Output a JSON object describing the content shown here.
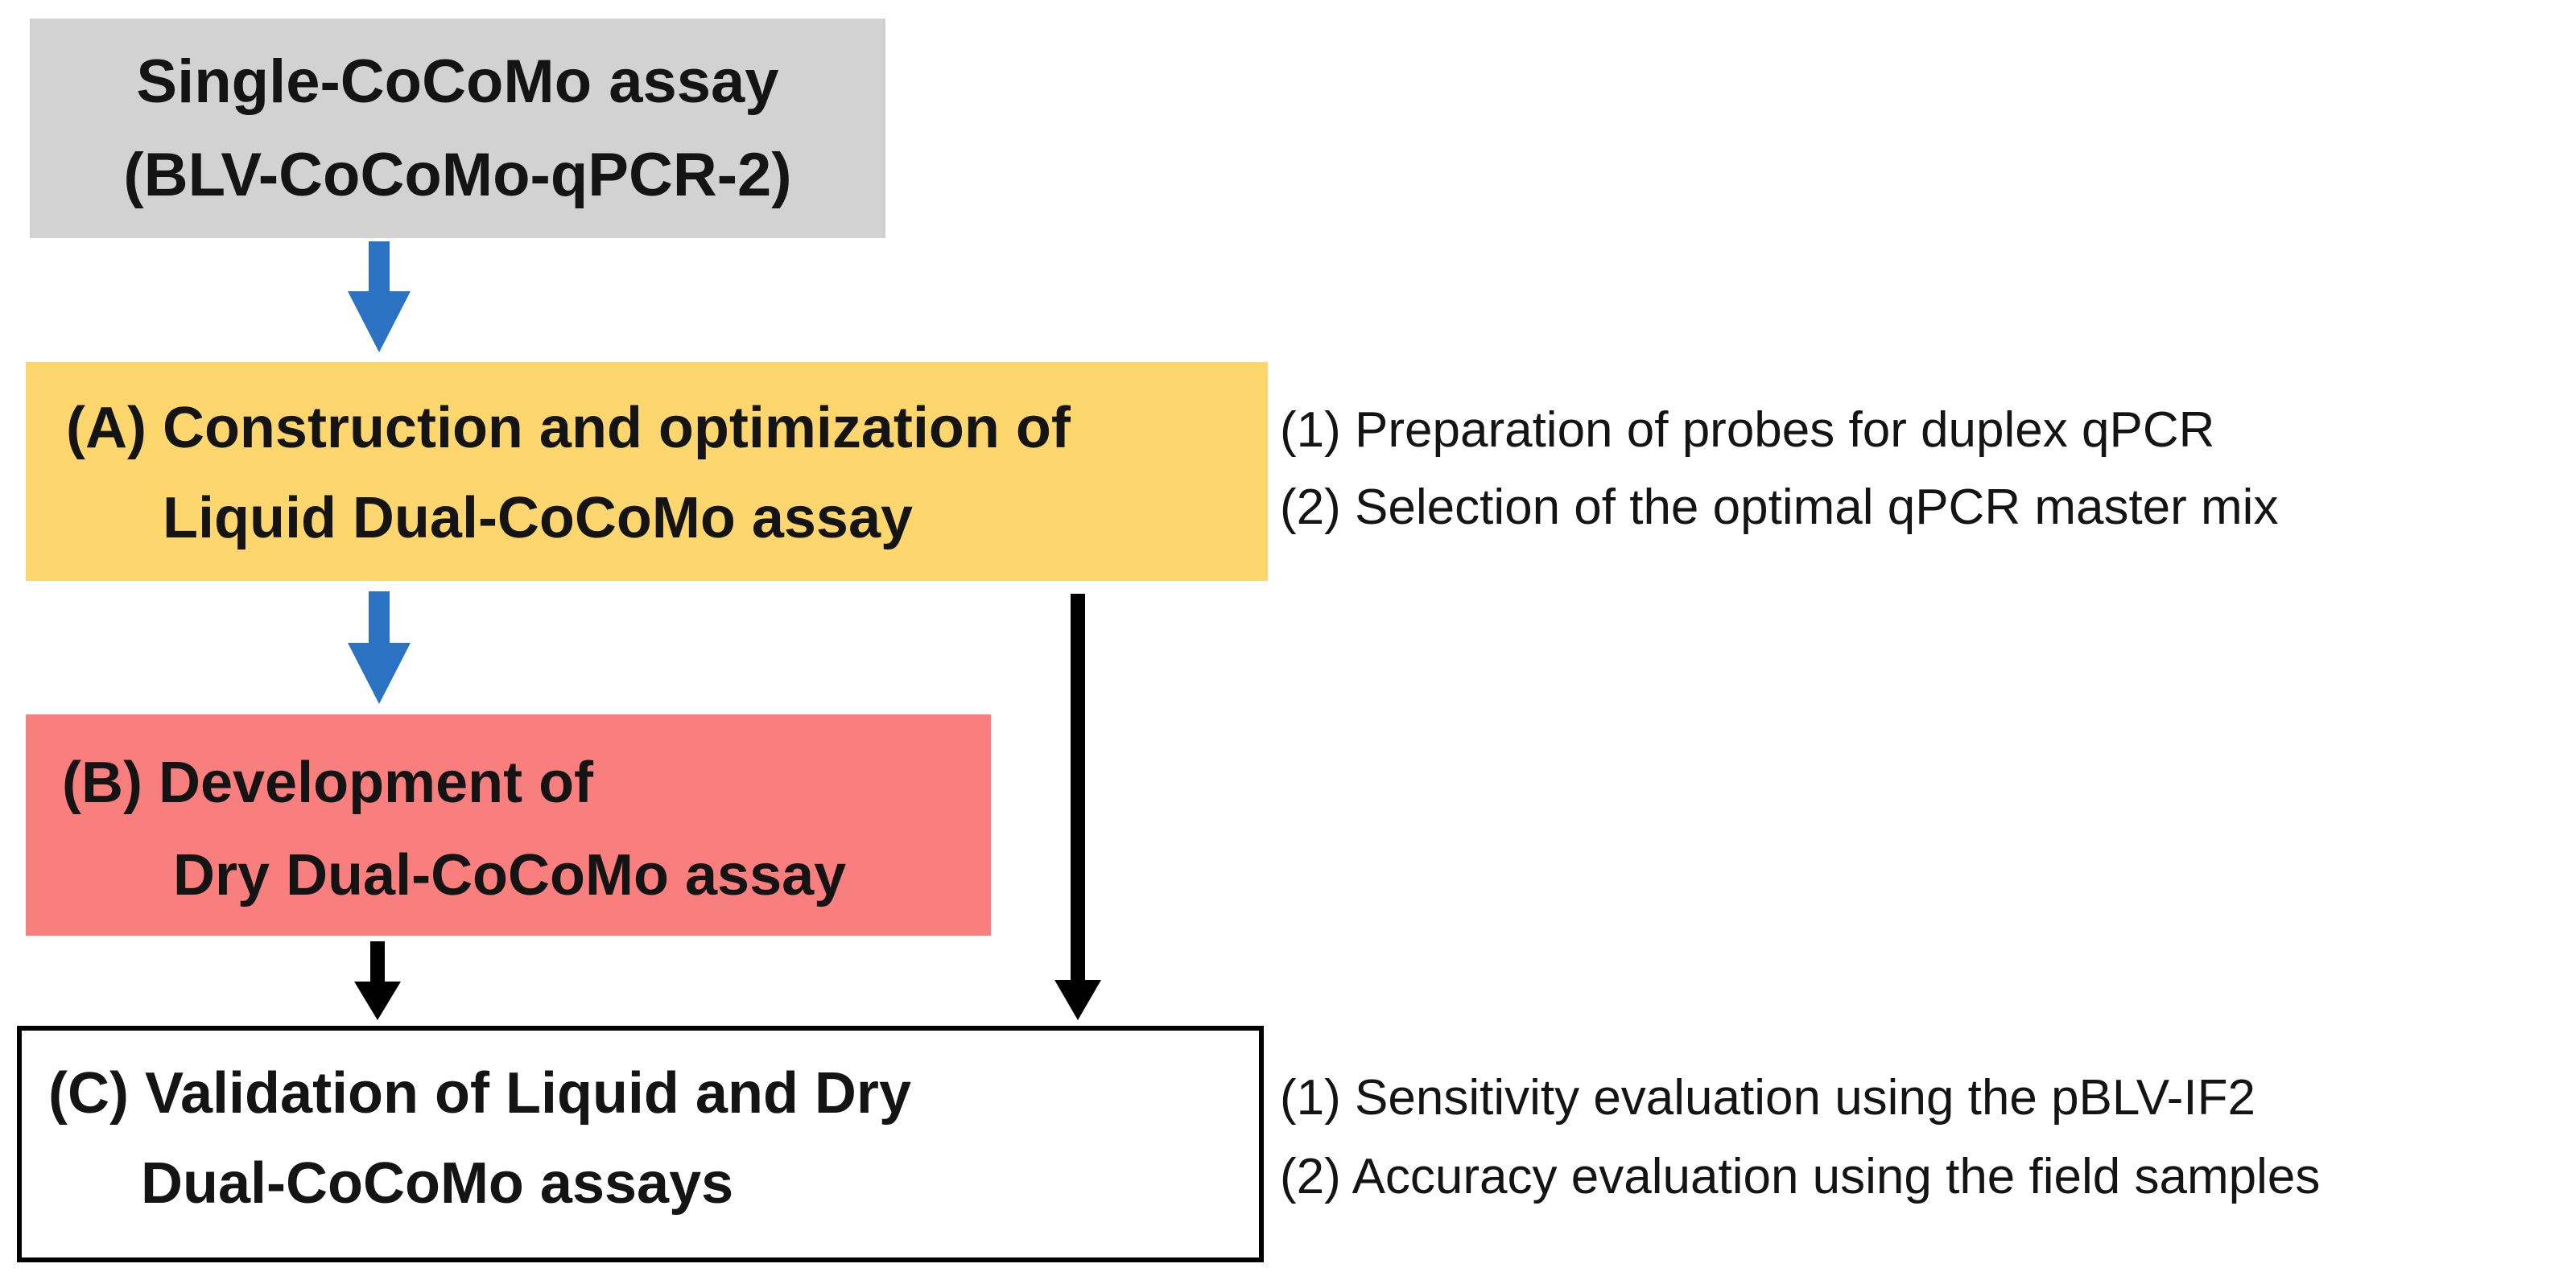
{
  "colors": {
    "gray_box": "#d2d2d2",
    "yellow_box": "#fdd76d",
    "red_box": "#f97e7e",
    "validation_box_bg": "#ffffff",
    "blue_arrow": "#2b73c2",
    "black": "#000000",
    "border": "#000000"
  },
  "boxes": {
    "single": {
      "line1": "Single-CoCoMo assay",
      "line2": "(BLV-CoCoMo-qPCR-2)"
    },
    "a": {
      "line1": "(A) Construction and optimization of",
      "line2": "Liquid Dual-CoCoMo assay"
    },
    "b": {
      "line1": "(B) Development of",
      "line2": "Dry Dual-CoCoMo assay"
    },
    "c": {
      "line1": "(C) Validation of Liquid and Dry",
      "line2": "Dual-CoCoMo assays"
    }
  },
  "notes": {
    "a": {
      "item1": "(1) Preparation of probes for duplex qPCR",
      "item2": "(2) Selection of the optimal qPCR master mix"
    },
    "c": {
      "item1": "(1) Sensitivity evaluation using the pBLV-IF2",
      "item2": "(2) Accuracy evaluation using the field samples"
    }
  }
}
